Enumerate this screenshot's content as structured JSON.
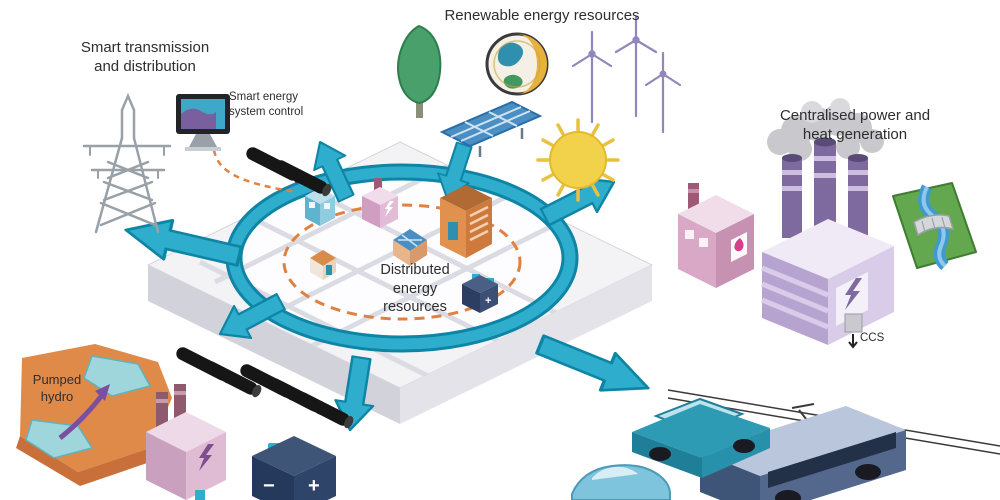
{
  "diagram": {
    "labels": {
      "smart_transmission": "Smart transmission\nand distribution",
      "smart_control": "Smart energy\nsystem control",
      "renewables": "Renewable energy resources",
      "centralised": "Centralised power and\nheat generation",
      "distributed": "Distributed\nenergy\nresources",
      "pumped_hydro": "Pumped\nhydro",
      "ccs": "CCS",
      "battery_plus": "+",
      "battery_minus": "−"
    },
    "colors": {
      "flow_arrow": "#2fadcc",
      "flow_arrow_outline": "#0f85a6",
      "control_link_dashed": "#e0813f",
      "text": "#2e2e2e",
      "platform_top": "#f3f3f6",
      "sun": "#f2d24b",
      "smoke": "#c9c9cd",
      "plant_purple": "#b7a3cf",
      "factory_pink": "#d9a8c6",
      "hydro_green": "#63a84e",
      "terrain_orange": "#e08a4a"
    },
    "icons": {
      "transmission-tower-icon": "electricity pylon",
      "monitor-icon": "energy system control screen",
      "tree-icon": "tree",
      "globe-icon": "earth globe",
      "wind-turbines-icon": "wind turbines",
      "solar-panel-icon": "solar PV panel",
      "sun-icon": "sun",
      "factory-icon": "heat generation plant",
      "power-plant-icon": "power station with CCS",
      "hydro-dam-icon": "hydropower dam",
      "pumped-hydro-icon": "pumped hydro storage",
      "battery-icon": "battery storage",
      "ev-suv-icon": "electric car",
      "ev-bus-icon": "electric bus with pantograph",
      "flow-ring-icon": "energy flow ring",
      "cable-icon": "power cables"
    }
  }
}
